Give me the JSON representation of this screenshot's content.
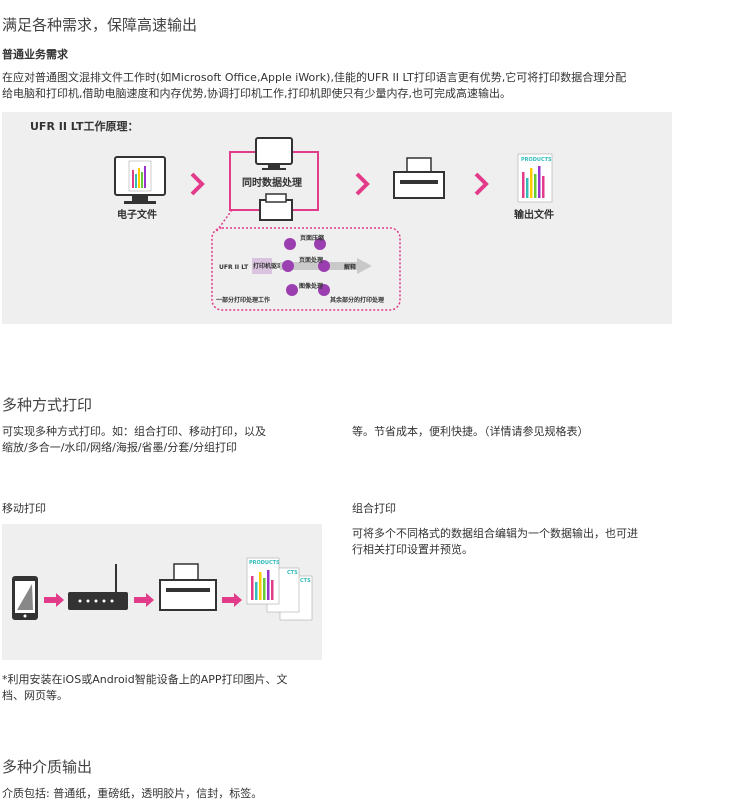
{
  "sec1": {
    "title": "满足各种需求，保障高速输出",
    "subtitle": "普通业务需求",
    "body_line1": "在应对普通图文混排文件工作时(如Microsoft Office,Apple iWork),佳能的UFR II LT打印语言更有优势,它可将打印数据合理分配",
    "body_line2": "给电脑和打印机,借助电脑速度和内存优势,协调打印机工作,打印机即使只有少量内存,也可完成高速输出。"
  },
  "diagram1": {
    "title": "UFR II LT工作原理：",
    "label_doc": "电子文件",
    "label_process": "同时数据处理",
    "label_output": "输出文件",
    "products": "PRODUCTS",
    "ufr": "UFR II LT",
    "print_data": "打印机驱动",
    "bubble_top": "页面压缩",
    "bubble_mid": "页面处理",
    "bubble_bot": "图像处理",
    "decode": "解释",
    "bottom_left": "一部分打印处理工作",
    "bottom_right": "其余部分的打印处理",
    "colors": {
      "accent": "#e23b8a",
      "bg": "#efefef"
    }
  },
  "sec2": {
    "title": "多种方式打印",
    "left_line1": "可实现多种方式打印。如：组合打印、移动打印，以及",
    "left_line2": "缩放/多合一/水印/网络/海报/省墨/分套/分组打印",
    "right_line1": "等。节省成本，便利快捷。（详情请参见规格表）"
  },
  "mobile": {
    "title": "移动打印",
    "products": "PRODUCTS",
    "products_partial": "CTS",
    "note_line1": "*利用安装在iOS或Android智能设备上的APP打印图片、文",
    "note_line2": "档、网页等。"
  },
  "combo": {
    "title": "组合打印",
    "line1": "可将多个不同格式的数据组合编辑为一个数据输出，也可进",
    "line2": "行相关打印设置并预览。"
  },
  "sec3": {
    "title": "多种介质输出",
    "body": "介质包括: 普通纸，重磅纸，透明胶片，信封，标签。"
  }
}
